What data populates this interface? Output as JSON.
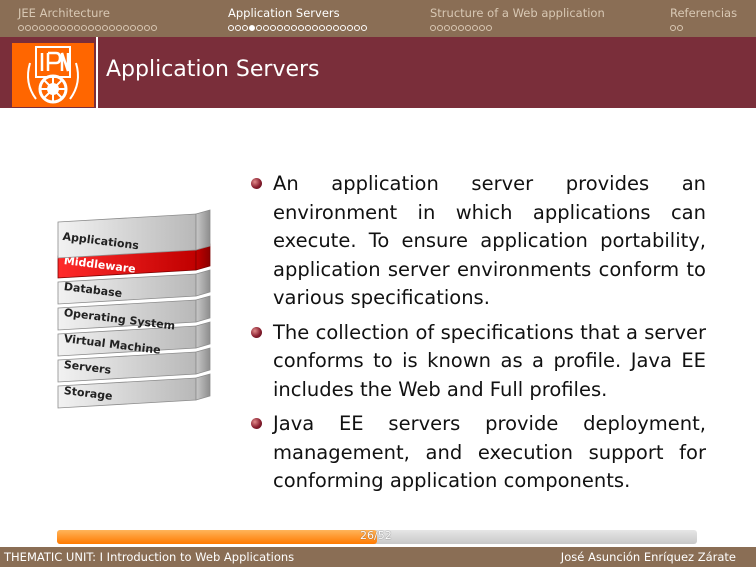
{
  "nav": {
    "sections": [
      {
        "label": "JEE Architecture",
        "slides": 20,
        "current": -1
      },
      {
        "label": "Application Servers",
        "slides": 20,
        "current": 3
      },
      {
        "label": "Structure of a Web application",
        "slides": 9,
        "current": -1
      },
      {
        "label": "Referencias",
        "slides": 2,
        "current": -1
      }
    ]
  },
  "slide": {
    "title": "Application Servers",
    "bullets": [
      "An application server provides an environment in which applications can execute.  To ensure application portability, application server environments conform to various specifications.",
      "The collection of specifications that a server conforms to is known as a profile.  Java EE includes the Web and Full profiles.",
      "Java EE servers provide deployment, management, and execution support for conforming application components."
    ]
  },
  "stack": {
    "layers": [
      "Applications",
      "Middleware",
      "Database",
      "Operating System",
      "Virtual Machine",
      "Servers",
      "Storage"
    ],
    "highlight_index": 1,
    "highlight_color": "#e10000"
  },
  "progress": {
    "current": 26,
    "total": 52,
    "label": "26/52",
    "fraction": 0.5
  },
  "footer": {
    "left": "THEMATIC UNIT: I Introduction to Web Applications",
    "right": "José Asunción Enríquez Zárate"
  },
  "colors": {
    "nav_bg": "#8a6e55",
    "title_bg": "#7a2e3a",
    "logo_bg": "#ff6600",
    "accent": "#ff7a00"
  }
}
